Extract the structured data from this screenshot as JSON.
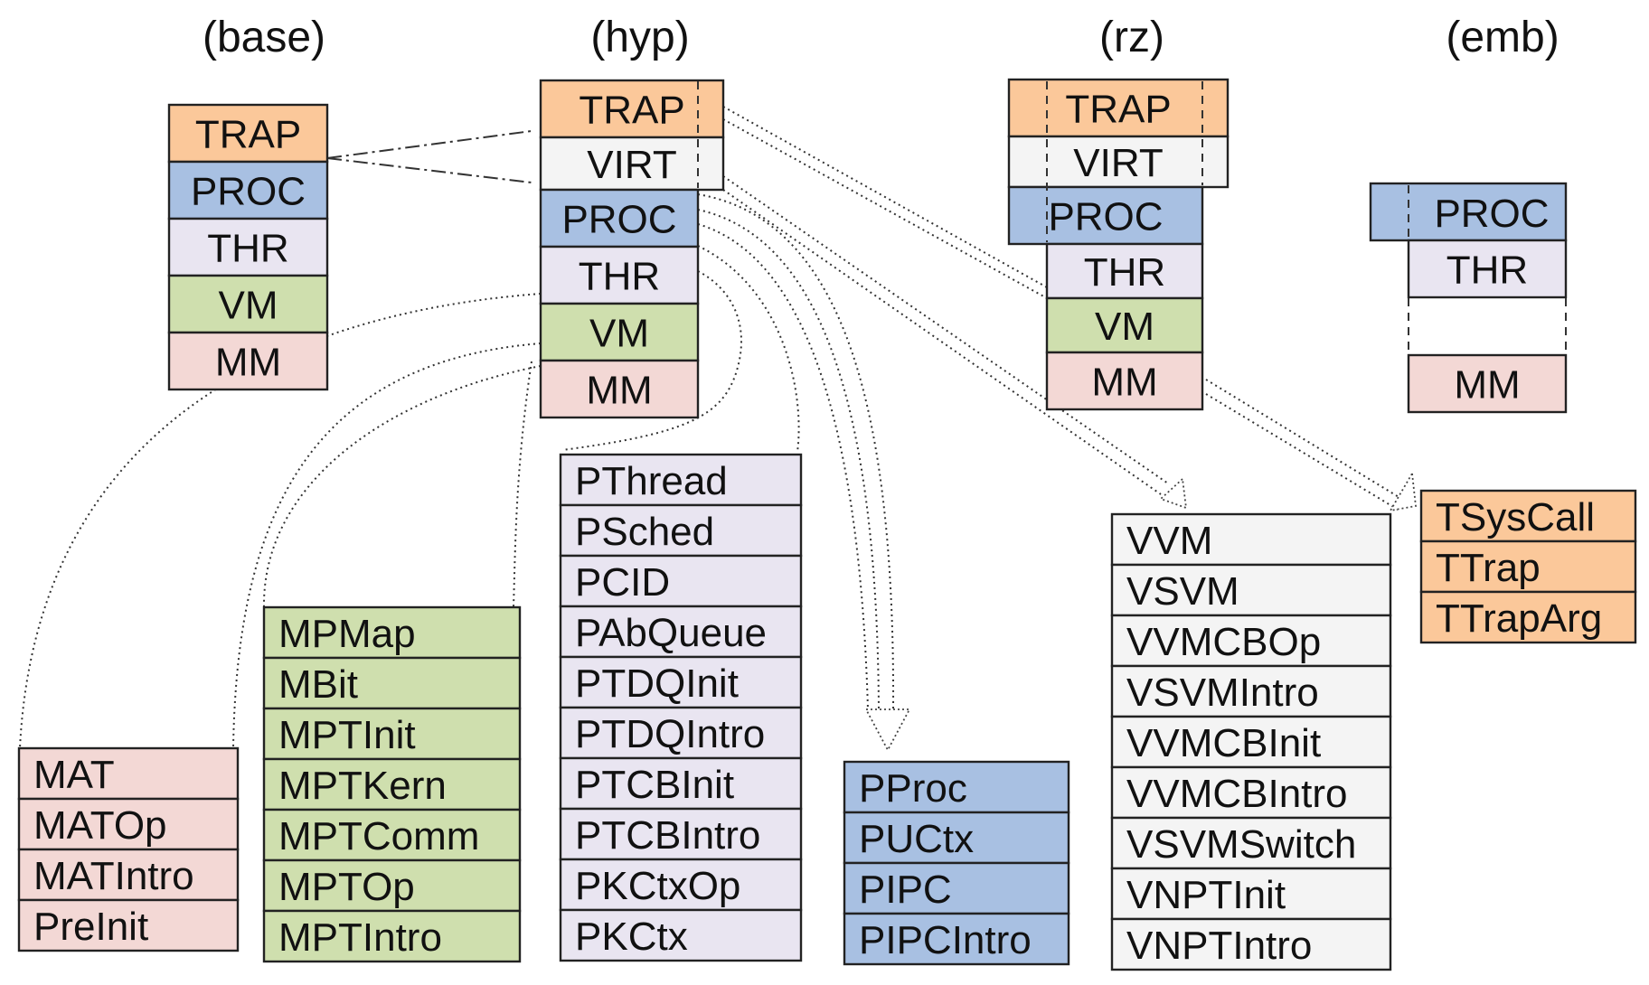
{
  "colors": {
    "trap": "#fbc89a",
    "virt": "#f4f4f4",
    "proc": "#a8c0e2",
    "thr": "#e9e5f1",
    "vm": "#cfdfae",
    "mm": "#f3d8d5"
  },
  "columns": {
    "base": {
      "title": "(base)",
      "layers": [
        "TRAP",
        "PROC",
        "THR",
        "VM",
        "MM"
      ]
    },
    "hyp": {
      "title": "(hyp)",
      "layers": [
        "TRAP",
        "VIRT",
        "PROC",
        "THR",
        "VM",
        "MM"
      ]
    },
    "rz": {
      "title": "(rz)",
      "layers": [
        "TRAP",
        "VIRT",
        "PROC",
        "THR",
        "VM",
        "MM"
      ]
    },
    "emb": {
      "title": "(emb)",
      "layers": [
        "PROC",
        "THR",
        "MM"
      ]
    }
  },
  "modules": {
    "mm": [
      "MAT",
      "MATOp",
      "MATIntro",
      "PreInit"
    ],
    "vm": [
      "MPMap",
      "MBit",
      "MPTInit",
      "MPTKern",
      "MPTComm",
      "MPTOp",
      "MPTIntro"
    ],
    "thr": [
      "PThread",
      "PSched",
      "PCID",
      "PAbQueue",
      "PTDQInit",
      "PTDQIntro",
      "PTCBInit",
      "PTCBIntro",
      "PKCtxOp",
      "PKCtx"
    ],
    "proc": [
      "PProc",
      "PUCtx",
      "PIPC",
      "PIPCIntro"
    ],
    "virt": [
      "VVM",
      "VSVM",
      "VVMCBOp",
      "VSVMIntro",
      "VVMCBInit",
      "VVMCBIntro",
      "VSVMSwitch",
      "VNPTInit",
      "VNPTIntro"
    ],
    "trap": [
      "TSysCall",
      "TTrap",
      "TTrapArg"
    ]
  }
}
